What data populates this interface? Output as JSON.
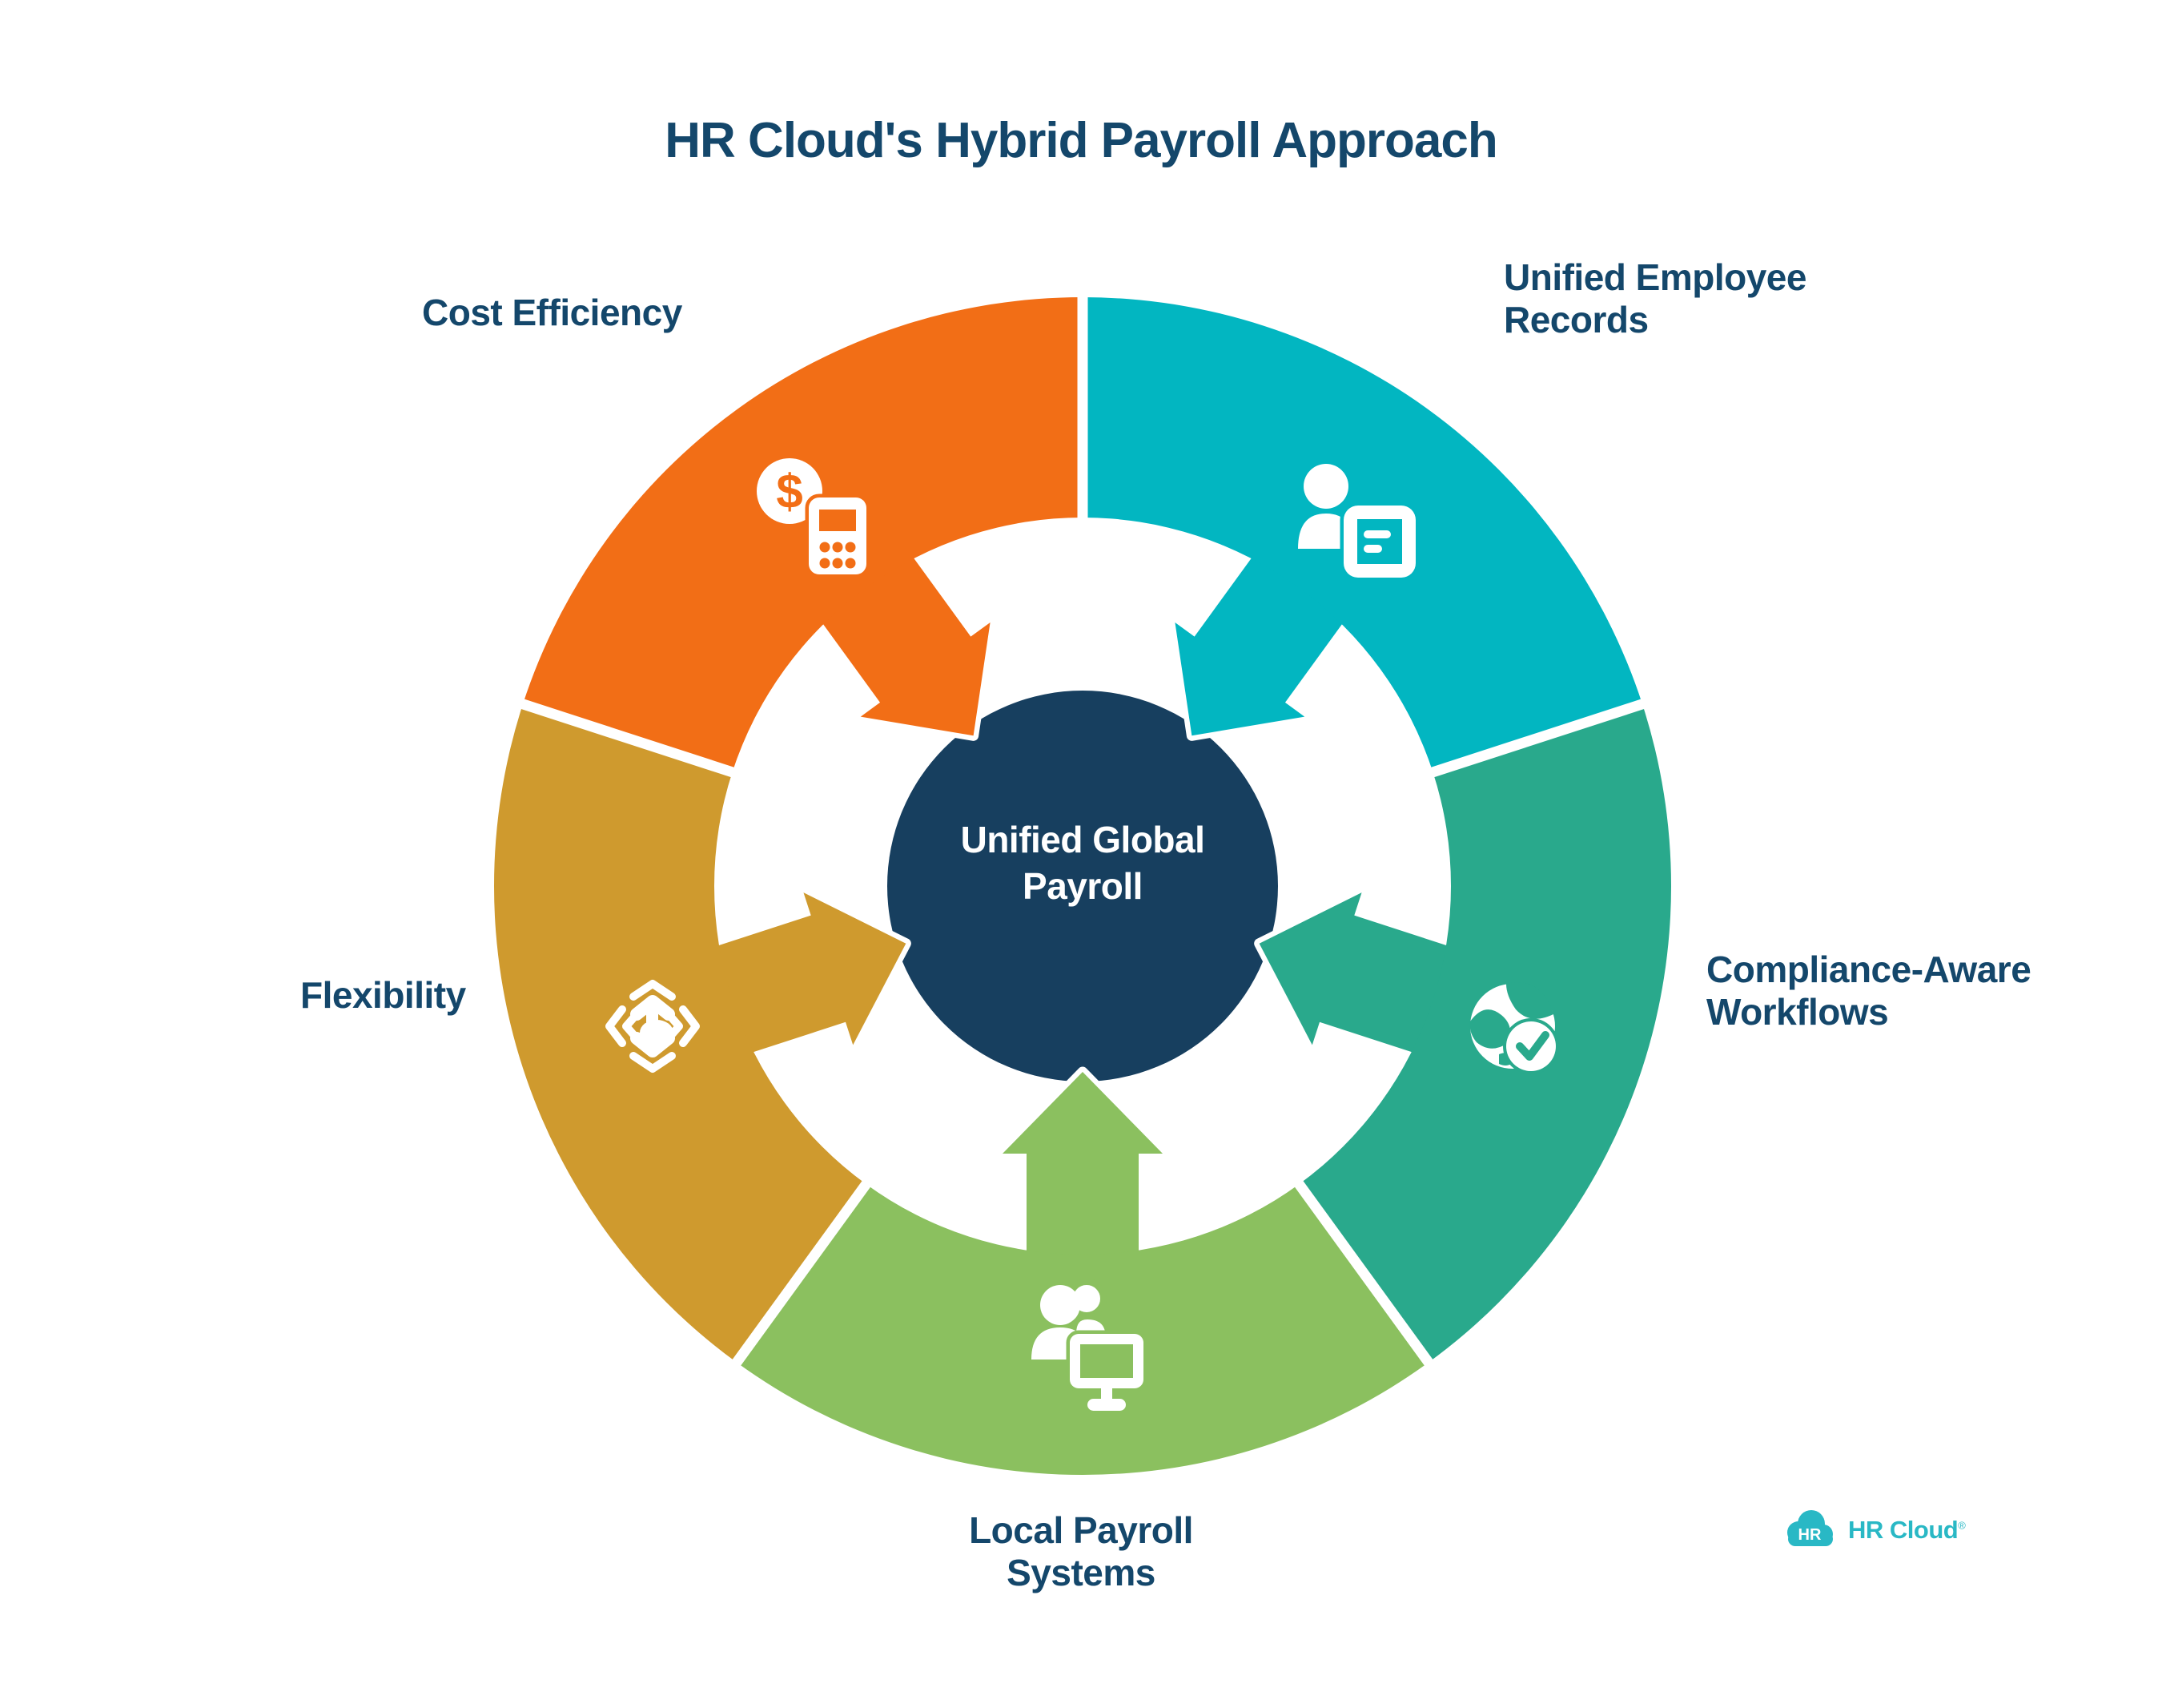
{
  "title": "HR Cloud's Hybrid Payroll Approach",
  "hub": {
    "label": "Unified Global Payroll"
  },
  "segments": [
    {
      "id": "unified-employee-records",
      "label": "Unified Employee Records",
      "color": "#02B6C1",
      "icon": "person-document-icon"
    },
    {
      "id": "compliance-aware-workflows",
      "label": "Compliance-Aware Workflows",
      "color": "#29A98C",
      "icon": "globe-check-icon"
    },
    {
      "id": "local-payroll-systems",
      "label": "Local Payroll Systems",
      "color": "#8BC05F",
      "icon": "people-monitor-icon"
    },
    {
      "id": "flexibility",
      "label": "Flexibility",
      "color": "#CF9A2E",
      "icon": "move-arrows-icon"
    },
    {
      "id": "cost-efficiency",
      "label": "Cost Efficiency",
      "color": "#F26E16",
      "icon": "dollar-calculator-icon"
    }
  ],
  "icons": {
    "dollar": "$"
  },
  "colors": {
    "hub_circle": "#173F5F",
    "label_text": "#14476B",
    "background": "#FFFFFF",
    "arrow_outline": "#FFFFFF"
  },
  "logo": {
    "badge": "HR",
    "text": "HR Cloud",
    "mark": "®",
    "color": "#29B8C5"
  }
}
